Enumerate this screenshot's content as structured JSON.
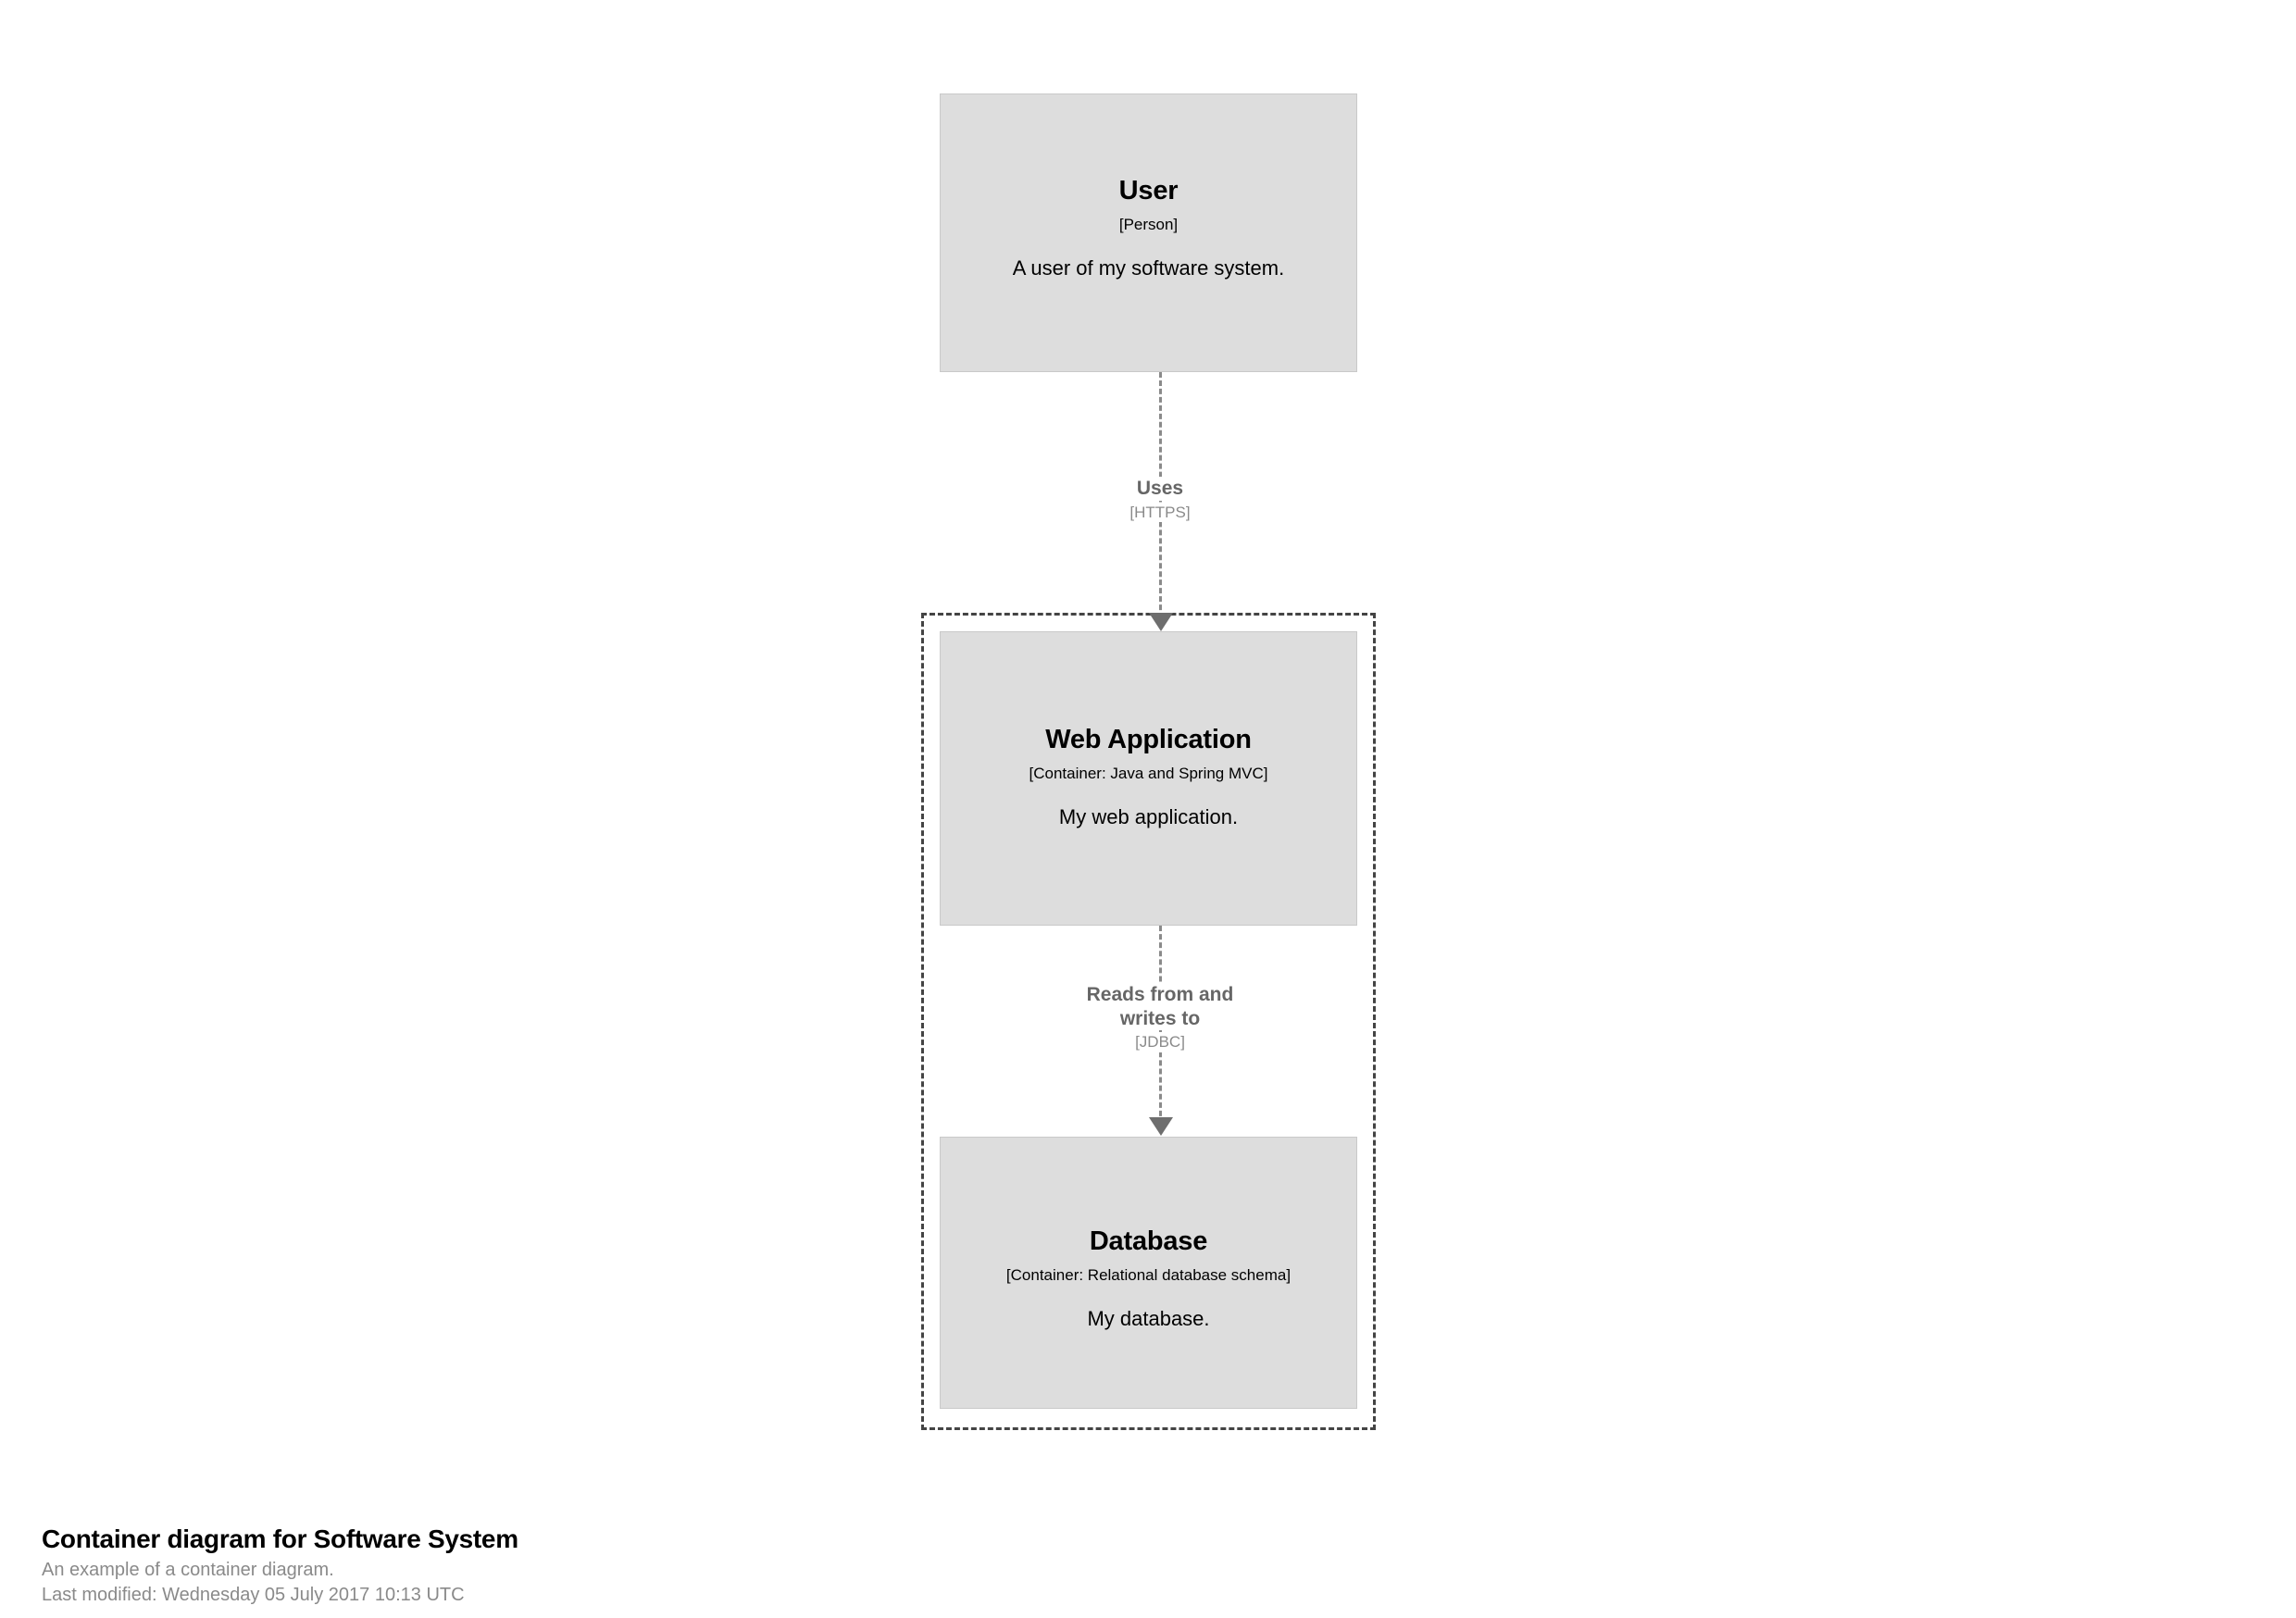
{
  "diagram": {
    "type": "c4-container-diagram",
    "colors": {
      "element_fill": "#dddddd",
      "element_border": "#c9c9c9",
      "element_text": "#000000",
      "boundary_border": "#444444",
      "relationship_line": "#8a8a8a",
      "relationship_label": "#666666",
      "relationship_technology": "#8a8a8a",
      "caption_title": "#000000",
      "caption_sub": "#8a8a8a",
      "background": "#ffffff"
    },
    "elements": [
      {
        "id": "user",
        "name": "User",
        "type": "[Person]",
        "description": "A user of my software system."
      },
      {
        "id": "webapp",
        "name": "Web Application",
        "type": "[Container: Java and Spring MVC]",
        "description": "My web application."
      },
      {
        "id": "database",
        "name": "Database",
        "type": "[Container: Relational database schema]",
        "description": "My database."
      }
    ],
    "boundary": {
      "style": "dashed",
      "label": ""
    },
    "relationships": [
      {
        "id": "rel-uses",
        "source": "user",
        "destination": "webapp",
        "description": "Uses",
        "technology": "[HTTPS]",
        "style": "dashed",
        "direction": "down"
      },
      {
        "id": "rel-reads-writes",
        "source": "webapp",
        "destination": "database",
        "description": "Reads from and writes to",
        "technology": "[JDBC]",
        "style": "dashed",
        "direction": "down"
      }
    ]
  },
  "caption": {
    "title": "Container diagram for Software System",
    "subtitle": "An example of a container diagram.",
    "last_modified": "Last modified: Wednesday 05 July 2017 10:13 UTC"
  }
}
